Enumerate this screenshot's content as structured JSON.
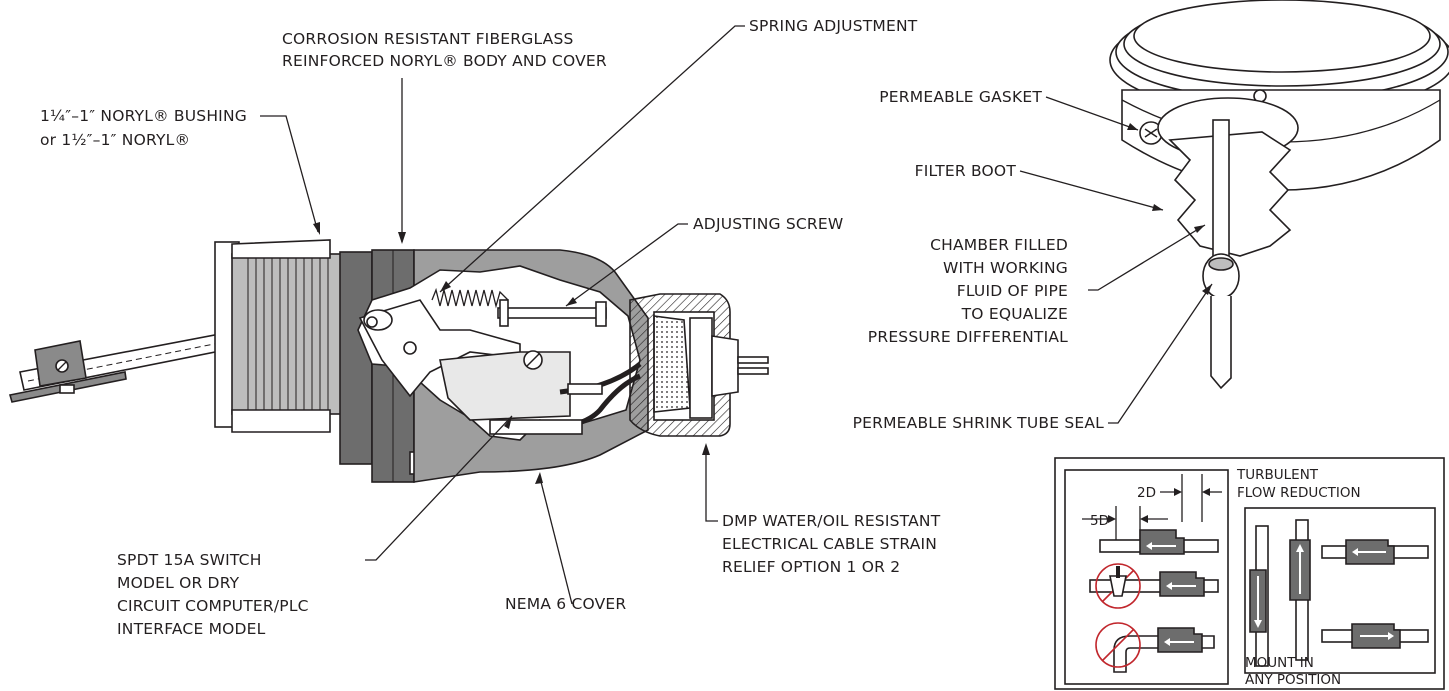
{
  "labels": {
    "spring_adjustment": "SPRING ADJUSTMENT",
    "body_line1": "CORROSION RESISTANT FIBERGLASS",
    "body_line2": "REINFORCED NORYL® BODY AND COVER",
    "bushing_line1": "1¼″–1″ NORYL® BUSHING",
    "bushing_line2": "or 1½″–1″ NORYL®",
    "adjusting_screw": "ADJUSTING SCREW",
    "permeable_gasket": "PERMEABLE GASKET",
    "filter_boot": "FILTER BOOT",
    "chamber_line1": "CHAMBER FILLED",
    "chamber_line2": "WITH WORKING",
    "chamber_line3": "FLUID OF PIPE",
    "chamber_line4": "TO EQUALIZE",
    "chamber_line5": "PRESSURE DIFFERENTIAL",
    "shrink_tube": "PERMEABLE SHRINK TUBE SEAL",
    "dmp_line1": "DMP WATER/OIL RESISTANT",
    "dmp_line2": "ELECTRICAL CABLE STRAIN",
    "dmp_line3": "RELIEF OPTION 1 OR 2",
    "switch_line1": "SPDT 15A SWITCH",
    "switch_line2": "MODEL OR DRY",
    "switch_line3": "CIRCUIT COMPUTER/PLC",
    "switch_line4": "INTERFACE MODEL",
    "nema_cover": "NEMA 6 COVER"
  },
  "inset": {
    "turbulent_line1": "TURBULENT",
    "turbulent_line2": "FLOW REDUCTION",
    "dim_2d": "2D",
    "dim_5d": "5D",
    "mount_line1": "MOUNT IN",
    "mount_line2": "ANY POSITION"
  }
}
